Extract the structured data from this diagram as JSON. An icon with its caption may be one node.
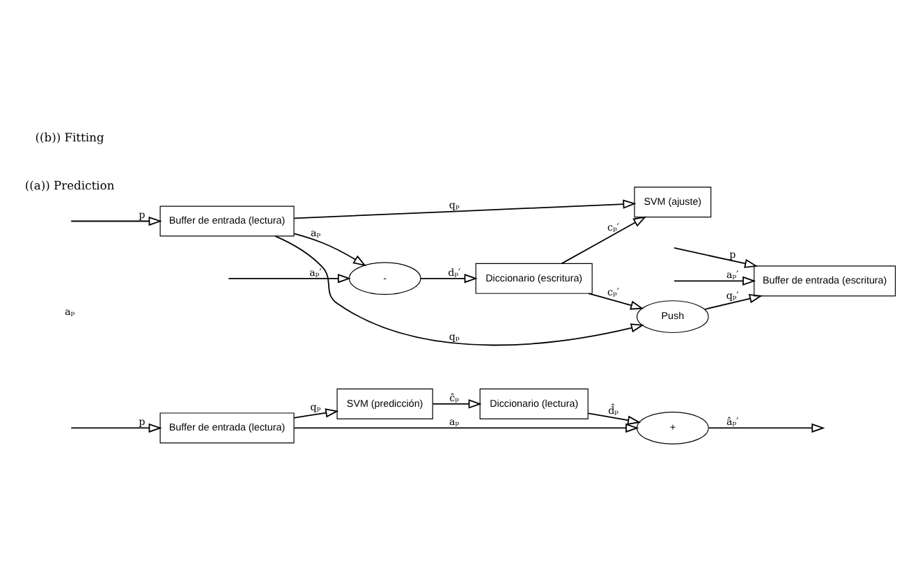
{
  "diagram": {
    "nodes": [
      {
        "text": [
          "Buffer de entrada (lectura)"
        ]
      },
      {
        "text": [
          "SVM (predicción)"
        ]
      },
      {
        "text": [
          "Diccionario (lectura)"
        ]
      },
      {
        "text": [
          "+"
        ]
      },
      {
        "text": [
          "-"
        ]
      },
      {
        "text": [
          "Diccionario (escritura)"
        ]
      },
      {
        "text": [
          "Buffer de entrada (lectura)"
        ]
      },
      {
        "text": [
          "Push"
        ]
      },
      {
        "text": [
          "SVM (ajuste)"
        ]
      },
      {
        "text": [
          "Buffer de entrada (escritura)"
        ]
      }
    ],
    "edges": [
      {
        "from": null,
        "to": 0,
        "arrow": "to",
        "label": "p"
      },
      {
        "from": 0,
        "to": 1,
        "arrow": "to",
        "label": "qₚ"
      },
      {
        "from": 1,
        "to": 2,
        "arrow": "to",
        "label": "ĉₚ"
      },
      {
        "from": 2,
        "to": 3,
        "arrow": "to",
        "label": "d̂ₚ"
      },
      {
        "from": 0,
        "to": 3,
        "arrow": "to",
        "label": "aₚ"
      },
      {
        "from": 3,
        "to": null,
        "arrow": "to",
        "label": "âₚ′"
      },
      {
        "from": null,
        "to": 4,
        "arrow": "to",
        "label": "aₚ′"
      },
      {
        "from": 6,
        "to": 4,
        "arrow": "to",
        "label": "aₚ"
      },
      {
        "from": 4,
        "to": 5,
        "arrow": "to",
        "label": "dₚ′"
      },
      {
        "from": null,
        "to": 6,
        "arrow": "to",
        "label": "p"
      },
      {
        "from": 5,
        "to": 7,
        "arrow": "to",
        "label": "cₚ′"
      },
      {
        "from": 5,
        "to": 8,
        "arrow": "to",
        "label": "cₚ′"
      },
      {
        "from": 6,
        "to": 7,
        "arrow": "to",
        "label": "qₚ"
      },
      {
        "from": 6,
        "to": 8,
        "arrow": "to",
        "label": "qₚ"
      },
      {
        "from": 7,
        "to": 9,
        "arrow": "to",
        "label": "qₚ′"
      },
      {
        "from": null,
        "to": 9,
        "arrow": "to",
        "label": "p"
      },
      {
        "from": null,
        "to": 9,
        "arrow": "to",
        "label": "aₚ′"
      }
    ],
    "labels": [
      "aₚ",
      "((a)) Prediction",
      "((b)) Fitting"
    ]
  }
}
